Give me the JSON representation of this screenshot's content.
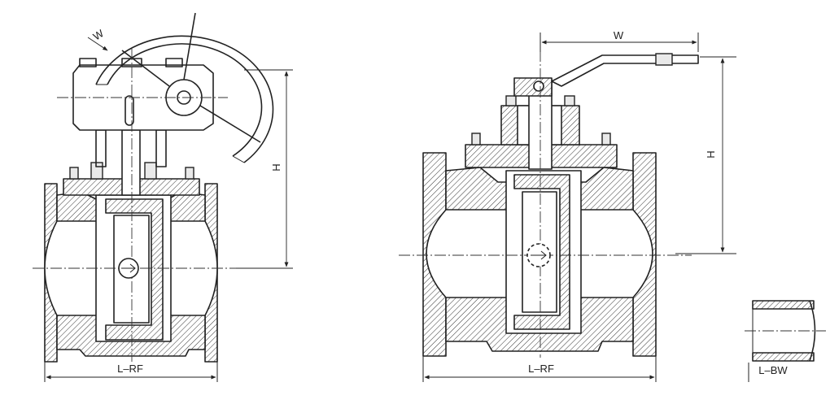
{
  "labels": {
    "left_view": {
      "width": "W",
      "height": "H",
      "length": "L–RF"
    },
    "right_view": {
      "width": "W",
      "height": "H",
      "length": "L–RF"
    },
    "end_detail": {
      "length": "L–BW"
    }
  }
}
